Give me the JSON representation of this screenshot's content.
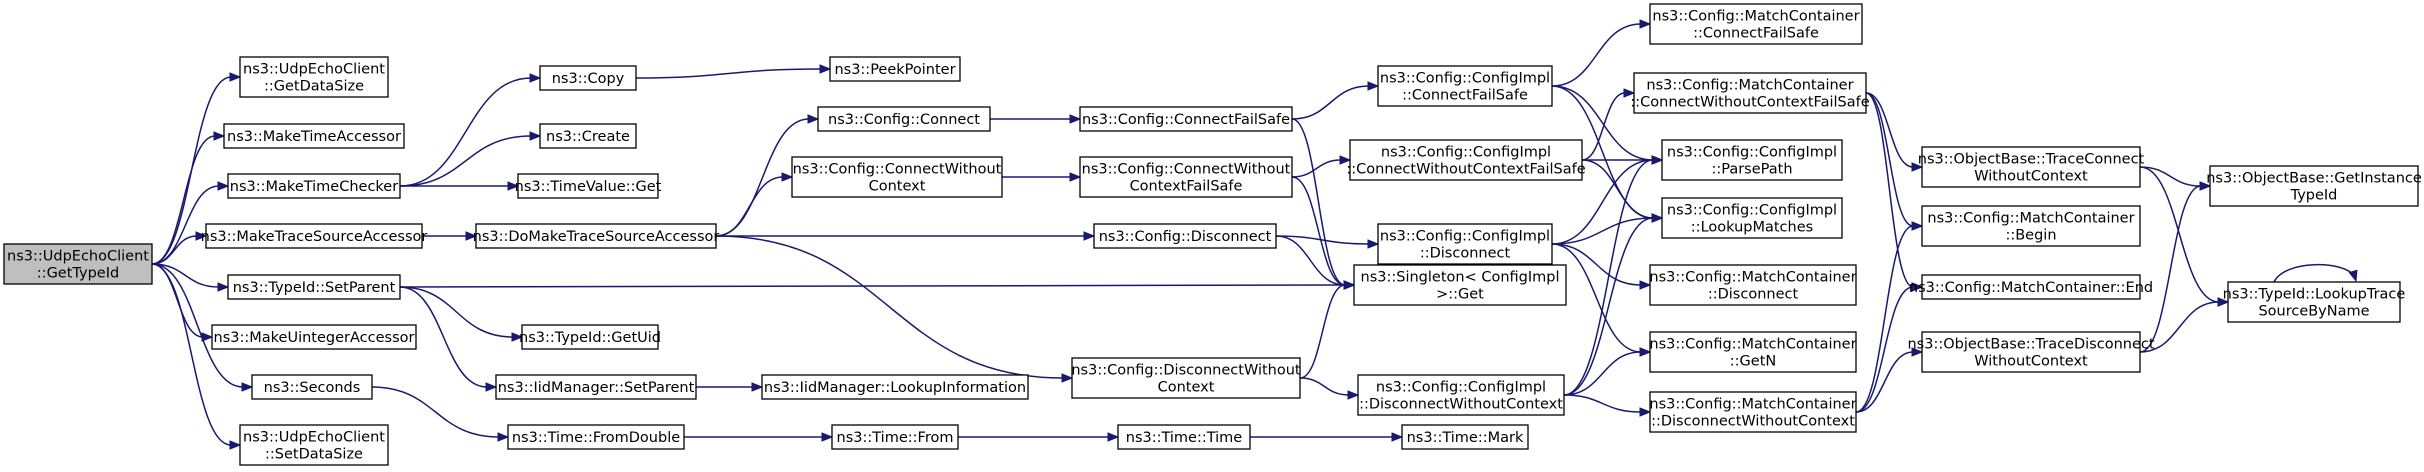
{
  "colors": {
    "edge": "#191970",
    "root_fill": "#bfbfbf",
    "node_fill": "#ffffff",
    "border": "#000000"
  },
  "nodes": [
    {
      "id": "root",
      "lines": [
        "ns3::UdpEchoClient",
        "::GetTypeId"
      ],
      "root": true
    },
    {
      "id": "getdatasize",
      "lines": [
        "ns3::UdpEchoClient",
        "::GetDataSize"
      ]
    },
    {
      "id": "maketimeaccessor",
      "lines": [
        "ns3::MakeTimeAccessor"
      ]
    },
    {
      "id": "maketimechecker",
      "lines": [
        "ns3::MakeTimeChecker"
      ]
    },
    {
      "id": "maketracesourceaccessor",
      "lines": [
        "ns3::MakeTraceSourceAccessor"
      ]
    },
    {
      "id": "typeid_setparent",
      "lines": [
        "ns3::TypeId::SetParent"
      ]
    },
    {
      "id": "makeuintegeraccessor",
      "lines": [
        "ns3::MakeUintegerAccessor"
      ]
    },
    {
      "id": "seconds",
      "lines": [
        "ns3::Seconds"
      ]
    },
    {
      "id": "setdatasize",
      "lines": [
        "ns3::UdpEchoClient",
        "::SetDataSize"
      ]
    },
    {
      "id": "copy",
      "lines": [
        "ns3::Copy"
      ]
    },
    {
      "id": "create",
      "lines": [
        "ns3::Create"
      ]
    },
    {
      "id": "timevalue_get",
      "lines": [
        "ns3::TimeValue::Get"
      ]
    },
    {
      "id": "domaketracesourceaccessor",
      "lines": [
        "ns3::DoMakeTraceSourceAccessor"
      ]
    },
    {
      "id": "typeid_getuid",
      "lines": [
        "ns3::TypeId::GetUid"
      ]
    },
    {
      "id": "iidmanager_setparent",
      "lines": [
        "ns3::IidManager::SetParent"
      ]
    },
    {
      "id": "time_fromdouble",
      "lines": [
        "ns3::Time::FromDouble"
      ]
    },
    {
      "id": "peekpointer",
      "lines": [
        "ns3::PeekPointer"
      ]
    },
    {
      "id": "config_connect",
      "lines": [
        "ns3::Config::Connect"
      ]
    },
    {
      "id": "config_connectwithoutcontext",
      "lines": [
        "ns3::Config::ConnectWithout",
        "Context"
      ]
    },
    {
      "id": "iidmanager_lookupinformation",
      "lines": [
        "ns3::IidManager::LookupInformation"
      ]
    },
    {
      "id": "time_from",
      "lines": [
        "ns3::Time::From"
      ]
    },
    {
      "id": "config_connectfailsafe",
      "lines": [
        "ns3::Config::ConnectFailSafe"
      ]
    },
    {
      "id": "config_connectwithoutcontextfailsafe",
      "lines": [
        "ns3::Config::ConnectWithout",
        "ContextFailSafe"
      ]
    },
    {
      "id": "config_disconnect",
      "lines": [
        "ns3::Config::Disconnect"
      ]
    },
    {
      "id": "config_disconnectwithoutcontext",
      "lines": [
        "ns3::Config::DisconnectWithout",
        "Context"
      ]
    },
    {
      "id": "time_time",
      "lines": [
        "ns3::Time::Time"
      ]
    },
    {
      "id": "impl_connectfailsafe",
      "lines": [
        "ns3::Config::ConfigImpl",
        "::ConnectFailSafe"
      ]
    },
    {
      "id": "impl_connectwithoutcontextfailsafe",
      "lines": [
        "ns3::Config::ConfigImpl",
        "::ConnectWithoutContextFailSafe"
      ]
    },
    {
      "id": "impl_disconnect",
      "lines": [
        "ns3::Config::ConfigImpl",
        "::Disconnect"
      ]
    },
    {
      "id": "singleton_get",
      "lines": [
        "ns3::Singleton< ConfigImpl",
        "  >::Get"
      ]
    },
    {
      "id": "impl_disconnectwithoutcontext",
      "lines": [
        "ns3::Config::ConfigImpl",
        "::DisconnectWithoutContext"
      ]
    },
    {
      "id": "time_mark",
      "lines": [
        "ns3::Time::Mark"
      ]
    },
    {
      "id": "mc_connectfailsafe",
      "lines": [
        "ns3::Config::MatchContainer",
        "::ConnectFailSafe"
      ]
    },
    {
      "id": "mc_connectwithoutcontextfailsafe",
      "lines": [
        "ns3::Config::MatchContainer",
        "::ConnectWithoutContextFailSafe"
      ]
    },
    {
      "id": "impl_parsepath",
      "lines": [
        "ns3::Config::ConfigImpl",
        "::ParsePath"
      ]
    },
    {
      "id": "impl_lookupmatches",
      "lines": [
        "ns3::Config::ConfigImpl",
        "::LookupMatches"
      ]
    },
    {
      "id": "mc_disconnect",
      "lines": [
        "ns3::Config::MatchContainer",
        "::Disconnect"
      ]
    },
    {
      "id": "mc_getn",
      "lines": [
        "ns3::Config::MatchContainer",
        "::GetN"
      ]
    },
    {
      "id": "mc_disconnectwithoutcontext",
      "lines": [
        "ns3::Config::MatchContainer",
        "::DisconnectWithoutContext"
      ]
    },
    {
      "id": "ob_traceconnectwithoutcontext",
      "lines": [
        "ns3::ObjectBase::TraceConnect",
        "WithoutContext"
      ]
    },
    {
      "id": "mc_begin",
      "lines": [
        "ns3::Config::MatchContainer",
        "::Begin"
      ]
    },
    {
      "id": "mc_end",
      "lines": [
        "ns3::Config::MatchContainer::End"
      ]
    },
    {
      "id": "ob_tracedisconnectwithoutcontext",
      "lines": [
        "ns3::ObjectBase::TraceDisconnect",
        "WithoutContext"
      ]
    },
    {
      "id": "ob_getinstancetypeid",
      "lines": [
        "ns3::ObjectBase::GetInstance",
        "TypeId"
      ]
    },
    {
      "id": "typeid_lookuptracesourcebyname",
      "lines": [
        "ns3::TypeId::LookupTrace",
        "SourceByName"
      ]
    }
  ]
}
